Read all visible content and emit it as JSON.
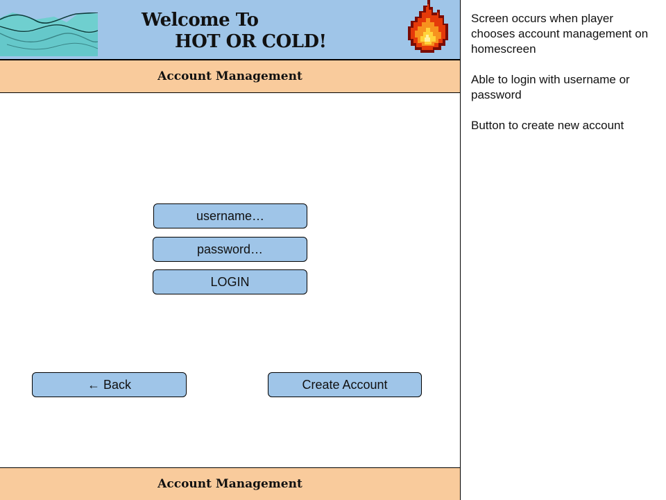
{
  "header": {
    "title_line_1": "Welcome To",
    "title_line_2": "HOT OR COLD!",
    "left_art_icon": "ice-waves-icon",
    "right_art_icon": "flame-icon",
    "background_color": "#9fc5e8"
  },
  "top_bar": {
    "title": "Account Management",
    "background_color": "#f9cb9c"
  },
  "login_form": {
    "username_placeholder": "username…",
    "password_placeholder": "password…",
    "login_label": "LOGIN"
  },
  "actions": {
    "back_arrow": "←",
    "back_label": "Back",
    "create_account_label": "Create Account"
  },
  "bottom_bar": {
    "title": "Account Management"
  },
  "notes": [
    "Screen occurs when player chooses account management on homescreen",
    "Able to login with username or password",
    "Button to create new account"
  ],
  "colors": {
    "button": "#9fc5e8",
    "bar": "#f9cb9c"
  }
}
